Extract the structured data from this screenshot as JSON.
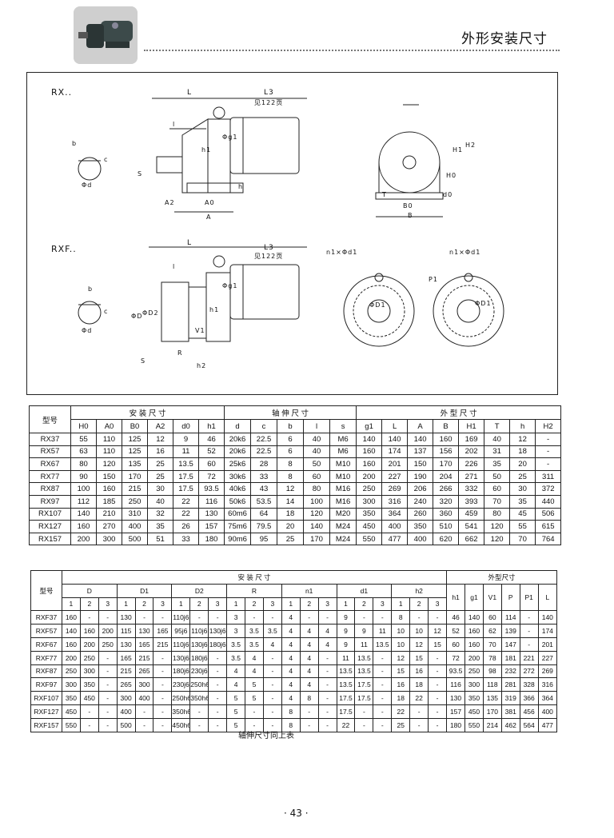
{
  "header": {
    "title": "外形安装尺寸"
  },
  "diagram": {
    "rx_label": "RX..",
    "rxf_label": "RXF..",
    "dims_rx": {
      "l": "L",
      "l3": "L3",
      "ref": "见122页",
      "l_small": "l",
      "b": "b",
      "c": "c",
      "d": "Φd",
      "s": "S",
      "a2": "A2",
      "a0": "A0",
      "a": "A",
      "h1": "h1",
      "g1": "Φg1",
      "h": "h",
      "H1": "H1",
      "H2": "H2",
      "H0": "H0",
      "T": "T",
      "B0": "B0",
      "B": "B",
      "d0": "d0"
    },
    "dims_rxf": {
      "l": "L",
      "l3": "L3",
      "ref": "见122页",
      "l_small": "l",
      "b": "b",
      "c": "c",
      "d": "Φd",
      "D": "ΦD",
      "D2": "ΦD2",
      "s": "S",
      "R": "R",
      "h2": "h2",
      "h1": "h1",
      "g1": "Φg1",
      "v1": "V1",
      "n1d1": "n1×Φd1",
      "P1": "P1",
      "D1": "ΦD1"
    }
  },
  "table1": {
    "group_headers": [
      "型号",
      "安 装 尺 寸",
      "轴 伸 尺 寸",
      "外 型 尺 寸"
    ],
    "columns": [
      "H0",
      "A0",
      "B0",
      "A2",
      "d0",
      "h1",
      "d",
      "c",
      "b",
      "l",
      "s",
      "g1",
      "L",
      "A",
      "B",
      "H1",
      "T",
      "h",
      "H2"
    ],
    "rows": [
      [
        "RX37",
        "55",
        "110",
        "125",
        "12",
        "9",
        "46",
        "20k6",
        "22.5",
        "6",
        "40",
        "M6",
        "140",
        "140",
        "140",
        "160",
        "169",
        "40",
        "12",
        "-"
      ],
      [
        "RX57",
        "63",
        "110",
        "125",
        "16",
        "11",
        "52",
        "20k6",
        "22.5",
        "6",
        "40",
        "M6",
        "160",
        "174",
        "137",
        "156",
        "202",
        "31",
        "18",
        "-"
      ],
      [
        "RX67",
        "80",
        "120",
        "135",
        "25",
        "13.5",
        "60",
        "25k6",
        "28",
        "8",
        "50",
        "M10",
        "160",
        "201",
        "150",
        "170",
        "226",
        "35",
        "20",
        "-"
      ],
      [
        "RX77",
        "90",
        "150",
        "170",
        "25",
        "17.5",
        "72",
        "30k6",
        "33",
        "8",
        "60",
        "M10",
        "200",
        "227",
        "190",
        "204",
        "271",
        "50",
        "25",
        "311"
      ],
      [
        "RX87",
        "100",
        "160",
        "215",
        "30",
        "17.5",
        "93.5",
        "40k6",
        "43",
        "12",
        "80",
        "M16",
        "250",
        "269",
        "206",
        "266",
        "332",
        "60",
        "30",
        "372"
      ],
      [
        "RX97",
        "112",
        "185",
        "250",
        "40",
        "22",
        "116",
        "50k6",
        "53.5",
        "14",
        "100",
        "M16",
        "300",
        "316",
        "240",
        "320",
        "393",
        "70",
        "35",
        "440"
      ],
      [
        "RX107",
        "140",
        "210",
        "310",
        "32",
        "22",
        "130",
        "60m6",
        "64",
        "18",
        "120",
        "M20",
        "350",
        "364",
        "260",
        "360",
        "459",
        "80",
        "45",
        "506"
      ],
      [
        "RX127",
        "160",
        "270",
        "400",
        "35",
        "26",
        "157",
        "75m6",
        "79.5",
        "20",
        "140",
        "M24",
        "450",
        "400",
        "350",
        "510",
        "541",
        "120",
        "55",
        "615"
      ],
      [
        "RX157",
        "200",
        "300",
        "500",
        "51",
        "33",
        "180",
        "90m6",
        "95",
        "25",
        "170",
        "M24",
        "550",
        "477",
        "400",
        "620",
        "662",
        "120",
        "70",
        "764"
      ]
    ]
  },
  "table2": {
    "model_header": "型号",
    "group_install": "安 装 尺 寸",
    "group_outer": "外型尺寸",
    "sub_groups": [
      "D",
      "D1",
      "D2",
      "R",
      "n1",
      "d1",
      "h2"
    ],
    "outer_cols": [
      "h1",
      "g1",
      "V1",
      "P",
      "P1",
      "L"
    ],
    "rows": [
      [
        "RXF37",
        "160",
        "-",
        "-",
        "130",
        "-",
        "-",
        "110j6",
        "-",
        "-",
        "3",
        "-",
        "-",
        "4",
        "-",
        "-",
        "9",
        "-",
        "-",
        "8",
        "-",
        "-",
        "46",
        "140",
        "60",
        "114",
        "-",
        "140"
      ],
      [
        "RXF57",
        "140",
        "160",
        "200",
        "115",
        "130",
        "165",
        "95j6",
        "110j6",
        "130j6",
        "3",
        "3.5",
        "3.5",
        "4",
        "4",
        "4",
        "9",
        "9",
        "11",
        "10",
        "10",
        "12",
        "52",
        "160",
        "62",
        "139",
        "-",
        "174"
      ],
      [
        "RXF67",
        "160",
        "200",
        "250",
        "130",
        "165",
        "215",
        "110j6",
        "130j6",
        "180j6",
        "3.5",
        "3.5",
        "4",
        "4",
        "4",
        "4",
        "9",
        "11",
        "13.5",
        "10",
        "12",
        "15",
        "60",
        "160",
        "70",
        "147",
        "-",
        "201"
      ],
      [
        "RXF77",
        "200",
        "250",
        "-",
        "165",
        "215",
        "-",
        "130j6",
        "180j6",
        "-",
        "3.5",
        "4",
        "-",
        "4",
        "4",
        "-",
        "11",
        "13.5",
        "-",
        "12",
        "15",
        "-",
        "72",
        "200",
        "78",
        "181",
        "221",
        "227"
      ],
      [
        "RXF87",
        "250",
        "300",
        "-",
        "215",
        "265",
        "-",
        "180j6",
        "230j6",
        "-",
        "4",
        "4",
        "-",
        "4",
        "4",
        "-",
        "13.5",
        "13.5",
        "-",
        "15",
        "16",
        "-",
        "93.5",
        "250",
        "98",
        "232",
        "272",
        "269"
      ],
      [
        "RXF97",
        "300",
        "350",
        "-",
        "265",
        "300",
        "-",
        "230j6",
        "250h6",
        "-",
        "4",
        "5",
        "-",
        "4",
        "4",
        "-",
        "13.5",
        "17.5",
        "-",
        "16",
        "18",
        "-",
        "116",
        "300",
        "118",
        "281",
        "328",
        "316"
      ],
      [
        "RXF107",
        "350",
        "450",
        "-",
        "300",
        "400",
        "-",
        "250h6",
        "350h6",
        "-",
        "5",
        "5",
        "-",
        "4",
        "8",
        "-",
        "17.5",
        "17.5",
        "-",
        "18",
        "22",
        "-",
        "130",
        "350",
        "135",
        "319",
        "366",
        "364"
      ],
      [
        "RXF127",
        "450",
        "-",
        "-",
        "400",
        "-",
        "-",
        "350h6",
        "-",
        "-",
        "5",
        "-",
        "-",
        "8",
        "-",
        "-",
        "17.5",
        "-",
        "-",
        "22",
        "-",
        "-",
        "157",
        "450",
        "170",
        "381",
        "456",
        "400"
      ],
      [
        "RXF157",
        "550",
        "-",
        "-",
        "500",
        "-",
        "-",
        "450h6",
        "-",
        "-",
        "5",
        "-",
        "-",
        "8",
        "-",
        "-",
        "22",
        "-",
        "-",
        "25",
        "-",
        "-",
        "180",
        "550",
        "214",
        "462",
        "564",
        "477"
      ]
    ],
    "footer_note": "轴伸尺寸同上表"
  },
  "page": {
    "number": "· 43 ·"
  }
}
